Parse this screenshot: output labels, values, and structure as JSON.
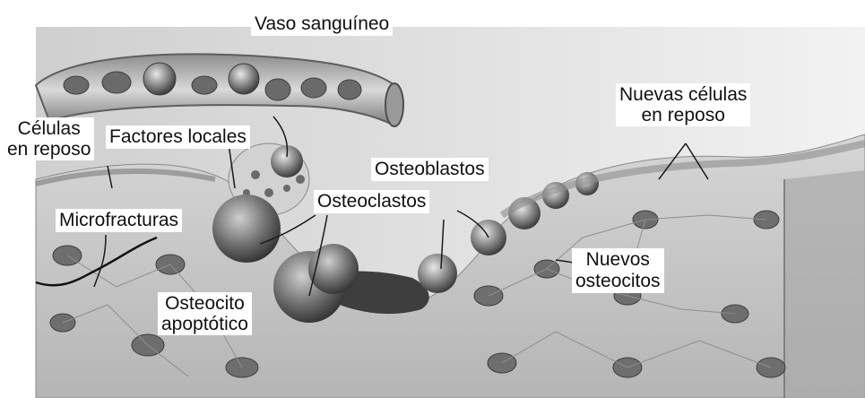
{
  "labels": {
    "blood_vessel": "Vaso sanguíneo",
    "resting_cells_line1": "Células",
    "resting_cells_line2": "en reposo",
    "local_factors": "Factores locales",
    "new_resting_cells_line1": "Nuevas células",
    "new_resting_cells_line2": "en reposo",
    "osteoblasts": "Osteoblastos",
    "osteoclasts": "Osteoclastos",
    "microfractures": "Microfracturas",
    "new_osteocytes_line1": "Nuevos",
    "new_osteocytes_line2": "osteocitos",
    "apoptotic_osteocyte_line1": "Osteocito",
    "apoptotic_osteocyte_line2": "apoptótico"
  },
  "colors": {
    "bone_matrix": "#c9c9c9",
    "bone_dark": "#7a7a7a",
    "vessel": "#6e6e6e",
    "cell": "#5a5a5a",
    "label_bg": "#ffffff",
    "label_text": "#111111"
  }
}
